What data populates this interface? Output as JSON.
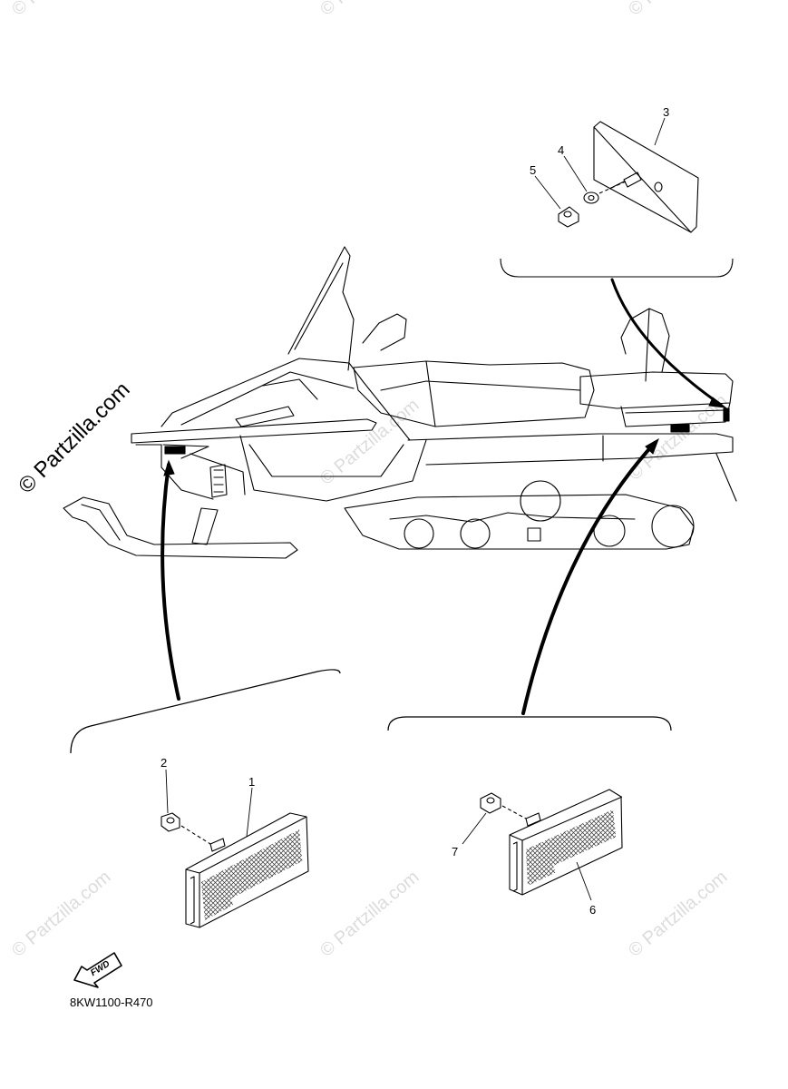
{
  "diagram": {
    "drawing_code": "8KW1100-R470",
    "fwd_label": "FWD",
    "watermark": "© Partzilla.com",
    "callouts": [
      "1",
      "2",
      "3",
      "4",
      "5",
      "6",
      "7"
    ]
  }
}
